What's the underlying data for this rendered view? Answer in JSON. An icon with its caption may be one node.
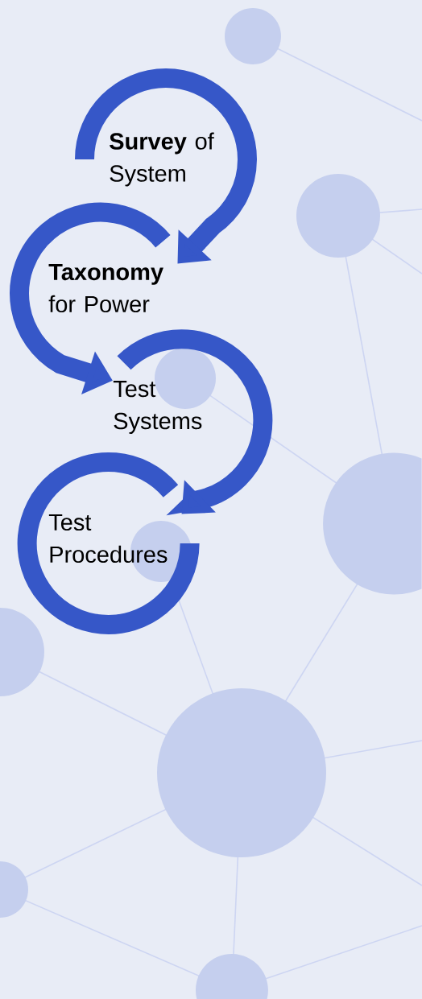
{
  "diagram": {
    "nodes": [
      {
        "text": [
          "**Survey** of System"
        ]
      },
      {
        "text": [
          "**Taxonomy** for Power"
        ]
      },
      {
        "text": [
          "Test Systems"
        ]
      },
      {
        "text": [
          "Test Procedures"
        ]
      }
    ],
    "edges": [
      {
        "from": 0,
        "to": 1,
        "arrow": "to"
      },
      {
        "from": 1,
        "to": 2,
        "arrow": "to"
      },
      {
        "from": 2,
        "to": 3,
        "arrow": "to"
      }
    ]
  }
}
